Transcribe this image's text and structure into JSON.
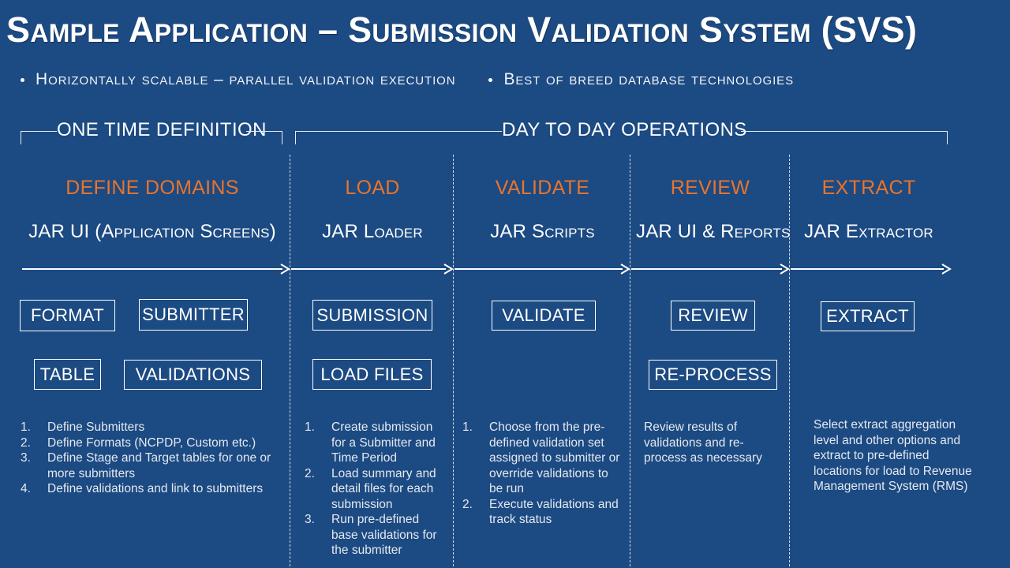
{
  "slide": {
    "title": "Sample Application – Submission Validation System (SVS)",
    "subtitle_bullets": [
      "Horizontally scalable – parallel validation execution",
      "Best of breed database technologies"
    ]
  },
  "phases": [
    {
      "label": "ONE TIME DEFINITION"
    },
    {
      "label": "DAY TO DAY OPERATIONS"
    }
  ],
  "columns": [
    {
      "stage": "DEFINE DOMAINS",
      "tech": "JAR UI (Application Screens)",
      "boxes_row1": [
        "FORMAT",
        "SUBMITTER"
      ],
      "boxes_row2": [
        "TABLE",
        "VALIDATIONS"
      ],
      "numbered": true,
      "notes": [
        "Define Submitters",
        "Define Formats (NCPDP, Custom etc.)",
        "Define Stage and Target tables for one or more submitters",
        "Define validations and link to submitters"
      ]
    },
    {
      "stage": "LOAD",
      "tech": "JAR Loader",
      "boxes_row1": [
        "SUBMISSION"
      ],
      "boxes_row2": [
        "LOAD FILES"
      ],
      "numbered": true,
      "notes": [
        "Create submission for a Submitter and Time Period",
        "Load summary and detail files for each submission",
        "Run pre-defined base validations for the submitter"
      ]
    },
    {
      "stage": "VALIDATE",
      "tech": "JAR Scripts",
      "boxes_row1": [
        "VALIDATE"
      ],
      "boxes_row2": [],
      "numbered": true,
      "notes": [
        "Choose from the pre-defined validation set assigned to submitter or override validations to be run",
        "Execute validations and track status"
      ]
    },
    {
      "stage": "REVIEW",
      "tech": "JAR UI & Reports",
      "boxes_row1": [
        "REVIEW"
      ],
      "boxes_row2": [
        "RE-PROCESS"
      ],
      "numbered": false,
      "notes": [
        "Review results of validations and re-process  as necessary"
      ]
    },
    {
      "stage": "EXTRACT",
      "tech": "JAR Extractor",
      "boxes_row1": [
        "EXTRACT"
      ],
      "boxes_row2": [],
      "numbered": false,
      "notes": [
        "Select extract aggregation level and other options and extract to pre-defined locations for load to Revenue Management System (RMS)"
      ]
    }
  ],
  "colors": {
    "background": "#1c4a82",
    "accent": "#e8742c",
    "text": "#ffffff",
    "line": "#e9edf3"
  }
}
